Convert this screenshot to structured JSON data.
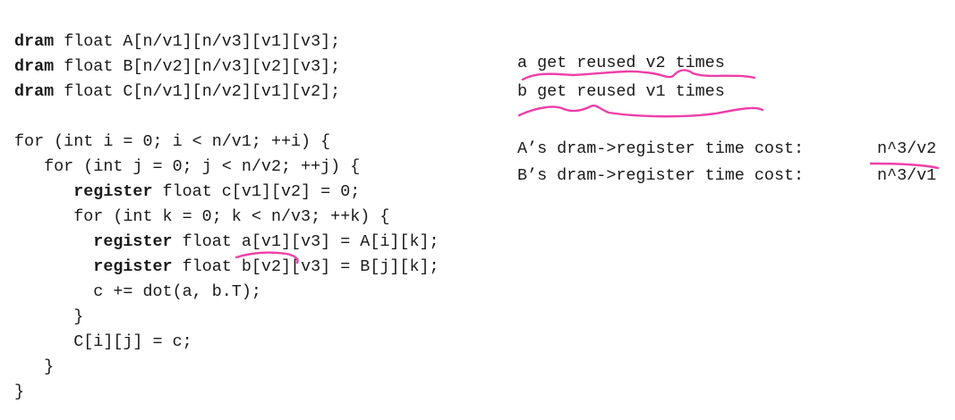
{
  "code": {
    "lines": [
      {
        "kw": "dram",
        "text": " float A[n/v1][n/v3][v1][v3];"
      },
      {
        "kw": "dram",
        "text": " float B[n/v2][n/v3][v2][v3];"
      },
      {
        "kw": "dram",
        "text": " float C[n/v1][n/v2][v1][v2];"
      },
      {
        "kw": "",
        "text": "for (int i = 0; i < n/v1; ++i) {"
      },
      {
        "kw": "",
        "text": "   for (int j = 0; j < n/v2; ++j) {"
      },
      {
        "kw": "      register",
        "text": " float c[v1][v2] = 0;"
      },
      {
        "kw": "",
        "text": "      for (int k = 0; k < n/v3; ++k) {"
      },
      {
        "kw": "        register",
        "text": " float a[v1][v3] = A[i][k];"
      },
      {
        "kw": "        register",
        "text": " float b[v2][v3] = B[j][k];"
      },
      {
        "kw": "",
        "text": "        c += dot(a, b.T);"
      },
      {
        "kw": "",
        "text": "      }"
      },
      {
        "kw": "",
        "text": "      C[i][j] = c;"
      },
      {
        "kw": "",
        "text": "   }"
      },
      {
        "kw": "",
        "text": "}"
      }
    ]
  },
  "notes": {
    "reuse_a": "a get reused v2 times",
    "reuse_b": "b get reused v1 times",
    "cost_a_label": "A’s dram->register time cost:",
    "cost_a_value": "n^3/v2",
    "cost_b_label": "B’s dram->register time cost:",
    "cost_b_value": "n^3/v1"
  },
  "colors": {
    "annotation_ink": "#ee3fa8",
    "text": "#1a1a1a"
  }
}
